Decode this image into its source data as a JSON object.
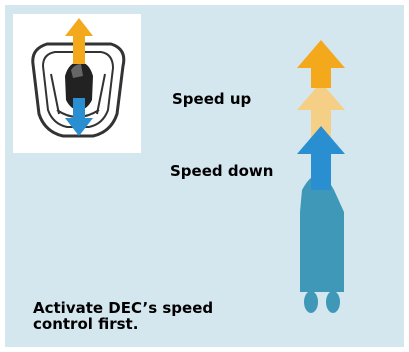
{
  "labels": {
    "speed_up": "Speed up",
    "speed_down": "Speed down",
    "note": "Activate DEC’s speed\ncontrol first."
  },
  "colors": {
    "panel_bg": "#d4e7ef",
    "arrow_orange": "#f4a81c",
    "arrow_light_orange": "#f6cf86",
    "arrow_blue": "#2a8fd0",
    "boat": "#3f98b8"
  },
  "icons": [
    "handle-control-icon",
    "up-arrow-icon",
    "down-arrow-icon",
    "boat-icon"
  ]
}
